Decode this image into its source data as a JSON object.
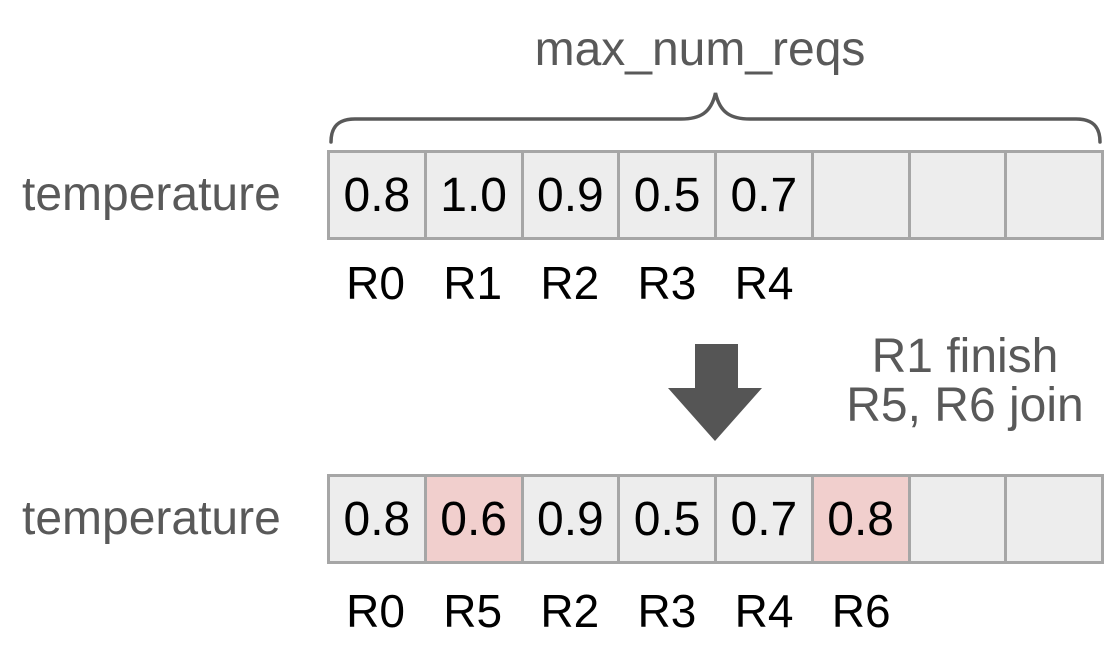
{
  "title": "max_num_reqs",
  "rows": {
    "before": {
      "label": "temperature",
      "cells": [
        {
          "value": "0.8",
          "highlight": false
        },
        {
          "value": "1.0",
          "highlight": false
        },
        {
          "value": "0.9",
          "highlight": false
        },
        {
          "value": "0.5",
          "highlight": false
        },
        {
          "value": "0.7",
          "highlight": false
        },
        {
          "value": "",
          "highlight": false
        },
        {
          "value": "",
          "highlight": false
        },
        {
          "value": "",
          "highlight": false
        }
      ],
      "request_labels": [
        "R0",
        "R1",
        "R2",
        "R3",
        "R4",
        "",
        "",
        ""
      ]
    },
    "after": {
      "label": "temperature",
      "cells": [
        {
          "value": "0.8",
          "highlight": false
        },
        {
          "value": "0.6",
          "highlight": true
        },
        {
          "value": "0.9",
          "highlight": false
        },
        {
          "value": "0.5",
          "highlight": false
        },
        {
          "value": "0.7",
          "highlight": false
        },
        {
          "value": "0.8",
          "highlight": true
        },
        {
          "value": "",
          "highlight": false
        },
        {
          "value": "",
          "highlight": false
        }
      ],
      "request_labels": [
        "R0",
        "R5",
        "R2",
        "R3",
        "R4",
        "R6",
        "",
        ""
      ]
    }
  },
  "transition": {
    "caption_lines": [
      "R1 finish",
      "R5, R6 join"
    ]
  },
  "colors": {
    "cell_fill": "#ededed",
    "cell_highlight": "#f1cfcd",
    "cell_border": "#a6a6a6",
    "gray_text": "#595959",
    "black_text": "#000000",
    "arrow": "#555555",
    "brace": "#595959",
    "background": "#ffffff"
  }
}
